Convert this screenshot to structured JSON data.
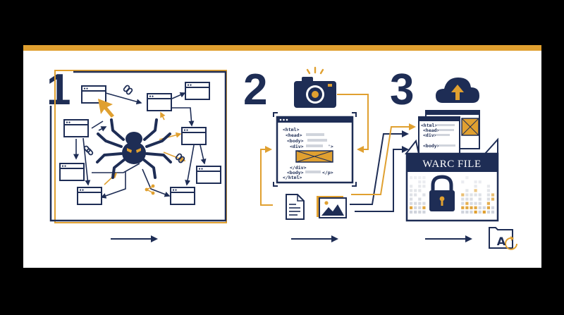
{
  "steps": [
    {
      "number": "1"
    },
    {
      "number": "2"
    },
    {
      "number": "3"
    }
  ],
  "html_snippet": {
    "lines": [
      "<html>",
      "<head>",
      "<body>",
      "<div>",
      "</div>",
      "<body>",
      "</p>",
      "</html>"
    ],
    "head_lines": [
      "<html>",
      "<head>",
      "<body>",
      "<div>"
    ],
    "tail_lines": [
      "</div>",
      "<body>",
      "</html>"
    ],
    "close_p": "</p>",
    "dashed_close": "'>"
  },
  "archive": {
    "label": "WARC FILE",
    "card_lines": [
      "<html>",
      "<head>",
      "<div>",
      "<body>"
    ]
  },
  "folder_letter": "A",
  "colors": {
    "navy": "#1e2d55",
    "gold": "#e0a030",
    "panel": "#ffffff",
    "background": "#000000",
    "gray": "#d0d4dc"
  },
  "icons": [
    "spider-icon",
    "camera-icon",
    "cloud-upload-icon",
    "lock-icon",
    "document-icon",
    "image-icon",
    "folder-icon",
    "link-icon",
    "share-icon",
    "cursor-icon"
  ]
}
